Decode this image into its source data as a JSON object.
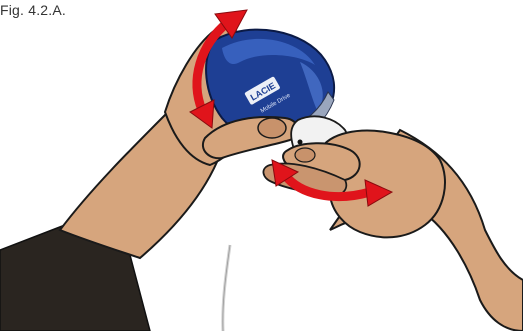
{
  "figure": {
    "label": "Fig. 4.2.A."
  },
  "device": {
    "brand": "LACIE",
    "line": "Mobile Drive"
  },
  "colors": {
    "skin": "#d6a57d",
    "skin_shadow": "#b9855d",
    "outline": "#1a1a1a",
    "sleeve": "#2a2520",
    "device_blue": "#1e3f94",
    "device_blue_light": "#3c66c4",
    "arrow_red": "#e0141b",
    "cable": "#d8d8d8"
  },
  "icons": {
    "top_arrow": "rotate-arrow-icon",
    "bottom_arrow": "rotate-arrow-icon"
  }
}
